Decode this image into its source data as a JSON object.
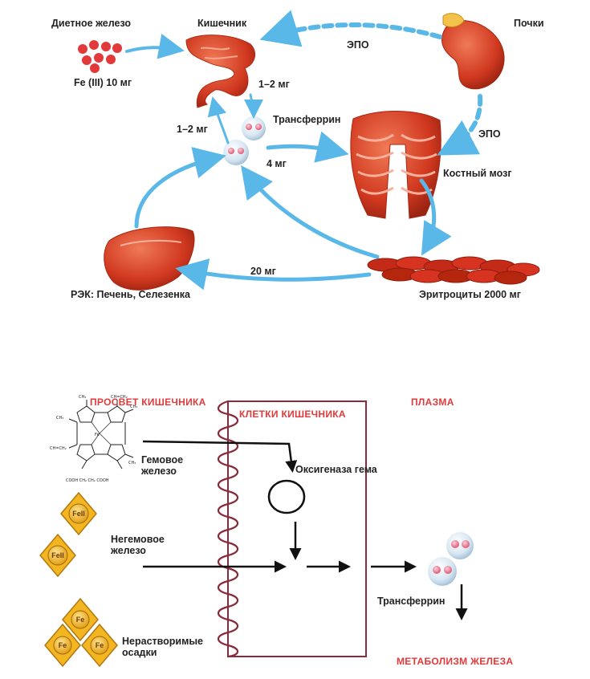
{
  "top": {
    "diet_iron": "Диетное железо",
    "diet_amount": "Fe (III) 10 мг",
    "intestine": "Кишечник",
    "kidneys": "Почки",
    "epo_top": "ЭПО",
    "epo_side": "ЭПО",
    "absorb_in": "1–2 мг",
    "absorb_out": "1–2 мг",
    "transferrin": "Трансферрин",
    "to_marrow": "4 мг",
    "marrow": "Костный мозг",
    "rbc": "Эритроциты 2000 мг",
    "recycle": "20 мг",
    "res": "РЭК: Печень, Селезенка"
  },
  "bottom": {
    "lumen": "ПРОСВЕТ КИШЕЧНИКА",
    "cells": "КЛЕТКИ КИШЕЧНИКА",
    "plasma": "ПЛАЗМА",
    "heme_iron_1": "Гемовое",
    "heme_iron_2": "железо",
    "heme_oxygenase": "Оксигеназа гема",
    "nonheme_1": "Негемовое",
    "nonheme_2": "железо",
    "insoluble_1": "Нерастворимые",
    "insoluble_2": "осадки",
    "transferrin": "Трансферрин",
    "metabolism": "МЕТАБОЛИЗМ ЖЕЛЕЗА",
    "fe2": "FeII",
    "fe": "Fe"
  },
  "colors": {
    "cycle_arrow": "#5ab8e8",
    "organ": "#d9452b",
    "accent_red": "#e23a3a",
    "cell_border": "#8a2a3a"
  }
}
